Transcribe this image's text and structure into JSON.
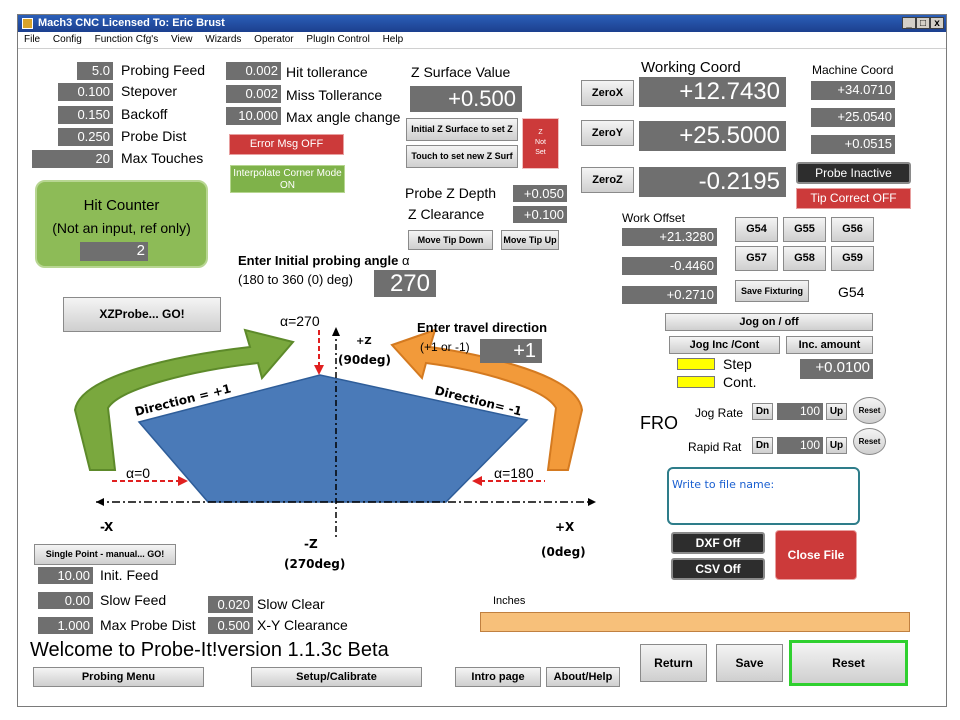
{
  "window": {
    "title": "Mach3 CNC  Licensed To: Eric Brust",
    "controls": [
      "_",
      "□",
      "x"
    ]
  },
  "menu": [
    "File",
    "Config",
    "Function Cfg's",
    "View",
    "Wizards",
    "Operator",
    "PlugIn Control",
    "Help"
  ],
  "probe_params": [
    {
      "value": "5.0",
      "label": "Probing Feed"
    },
    {
      "value": "0.100",
      "label": "Stepover"
    },
    {
      "value": "0.150",
      "label": "Backoff"
    },
    {
      "value": "0.250",
      "label": "Probe Dist"
    },
    {
      "value": "20",
      "label": "Max Touches"
    }
  ],
  "tolerances": [
    {
      "value": "0.002",
      "label": "Hit tollerance"
    },
    {
      "value": "0.002",
      "label": "Miss Tollerance"
    },
    {
      "value": "10.000",
      "label": "Max angle change"
    }
  ],
  "error_msg_button": "Error Msg OFF",
  "interpolate_button": "Interpolate Corner Mode ON",
  "hit_counter": {
    "title": "Hit Counter",
    "subtitle": "(Not an input, ref only)",
    "value": "2"
  },
  "z_surface": {
    "label": "Z Surface Value",
    "value": "+0.500",
    "initial_button": "Initial Z Surface to set Z",
    "touch_button": "Touch to set new Z Surf",
    "status_lines": [
      "Z",
      "Not",
      "Set"
    ]
  },
  "probe_z": {
    "depth_label": "Probe Z Depth",
    "depth_value": "+0.050",
    "clearance_label": "Z Clearance",
    "clearance_value": "+0.100",
    "tip_down": "Move Tip Down",
    "tip_up": "Move Tip Up"
  },
  "angle_entry": {
    "label_line1": "Enter Initial probing angle",
    "alpha": "α",
    "label_line2": "(180 to 360 (0) deg)",
    "value": "270"
  },
  "xzprobe_button": "XZProbe... GO!",
  "diagram": {
    "alpha270": "α=270",
    "alpha0": "α=0",
    "alpha180": "α=180",
    "plus_z": "+Z",
    "deg90": "(90deg)",
    "minus_z": "-Z",
    "deg270": "(270deg)",
    "minus_x": "-X",
    "plus_x": "+X",
    "deg0": "(0deg)",
    "dir_plus": "Direction = +1",
    "dir_minus": "Direction= -1",
    "travel_label": "Enter travel direction",
    "travel_hint": "(+1 or -1)",
    "travel_value": "+1"
  },
  "coords": {
    "working_label": "Working Coord",
    "machine_label": "Machine Coord",
    "axes": [
      {
        "zero": "ZeroX",
        "working": "+12.7430",
        "machine": "+34.0710"
      },
      {
        "zero": "ZeroY",
        "working": "+25.5000",
        "machine": "+25.0540"
      },
      {
        "zero": "ZeroZ",
        "working": "-0.2195",
        "machine": "+0.0515"
      }
    ],
    "probe_status": "Probe Inactive",
    "tip_correct": "Tip Correct OFF"
  },
  "work_offset": {
    "label": "Work Offset",
    "values": [
      "+21.3280",
      "-0.4460",
      "+0.2710"
    ]
  },
  "fixtures": {
    "buttons": [
      "G54",
      "G55",
      "G56",
      "G57",
      "G58",
      "G59"
    ],
    "save": "Save Fixturing",
    "current": "G54"
  },
  "jog": {
    "on_off": "Jog on / off",
    "inc_cont": "Jog Inc /Cont",
    "inc_amount": "Inc. amount",
    "step": "Step",
    "cont": "Cont.",
    "inc_value": "+0.0100"
  },
  "fro": {
    "label": "FRO",
    "jog_rate": "Jog Rate",
    "rapid_rate": "Rapid Rat",
    "dn": "Dn",
    "up": "Up",
    "jog_value": "100",
    "rapid_value": "100",
    "reset": "Reset"
  },
  "file": {
    "prompt": "Write to file name:",
    "dxf": "DXF Off",
    "csv": "CSV Off",
    "close": "Close File"
  },
  "single_point": {
    "button": "Single Point - manual... GO!",
    "params": [
      {
        "value": "10.00",
        "label": "Init. Feed"
      },
      {
        "value": "0.00",
        "label": "Slow Feed"
      },
      {
        "value": "1.000",
        "label": "Max Probe Dist"
      }
    ],
    "slow_clear_value": "0.020",
    "slow_clear_label": "Slow Clear",
    "xy_clear_value": "0.500",
    "xy_clear_label": "X-Y Clearance"
  },
  "units": "Inches",
  "welcome": "Welcome to Probe-It!version 1.1.3c Beta",
  "bottom_buttons": {
    "probing_menu": "Probing Menu",
    "setup": "Setup/Calibrate",
    "intro": "Intro page",
    "about": "About/Help",
    "return": "Return",
    "save": "Save",
    "reset": "Reset"
  },
  "colors": {
    "title_bar": "#1c3f8e",
    "dro_bg": "#6f6f6f",
    "red_button": "#cc3a3a",
    "green_button": "#7fb24a",
    "shape_fill": "#4a7ab8",
    "green_arrow": "#7aa83e",
    "orange_arrow": "#f29a3a",
    "progress": "#f7c07a"
  }
}
